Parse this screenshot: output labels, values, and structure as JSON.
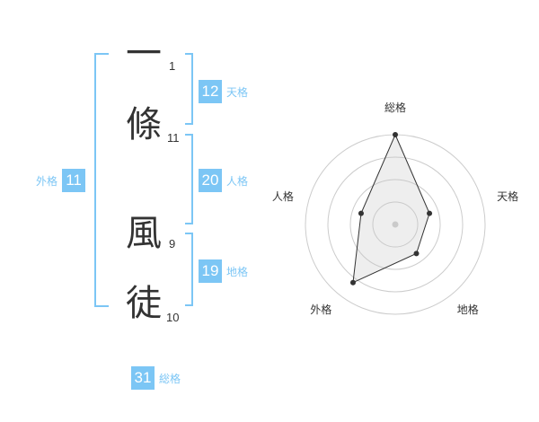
{
  "name": {
    "chars": [
      {
        "char": "一",
        "strokes": "1"
      },
      {
        "char": "條",
        "strokes": "11"
      },
      {
        "char": "風",
        "strokes": "9"
      },
      {
        "char": "徒",
        "strokes": "10"
      }
    ]
  },
  "fortune": {
    "tenkaku": {
      "value": "12",
      "label": "天格"
    },
    "jinkaku": {
      "value": "20",
      "label": "人格"
    },
    "chikaku": {
      "value": "19",
      "label": "地格"
    },
    "gaikaku": {
      "value": "11",
      "label": "外格"
    },
    "soukaku": {
      "value": "31",
      "label": "総格"
    }
  },
  "colors": {
    "accent": "#7cc6f5",
    "text": "#333333",
    "grid": "#cccccc"
  },
  "chart_data": {
    "type": "radar",
    "axes": [
      "総格",
      "天格",
      "地格",
      "外格",
      "人格"
    ],
    "values": [
      5,
      2,
      2,
      4,
      2
    ],
    "max": 5,
    "rings": 4
  }
}
